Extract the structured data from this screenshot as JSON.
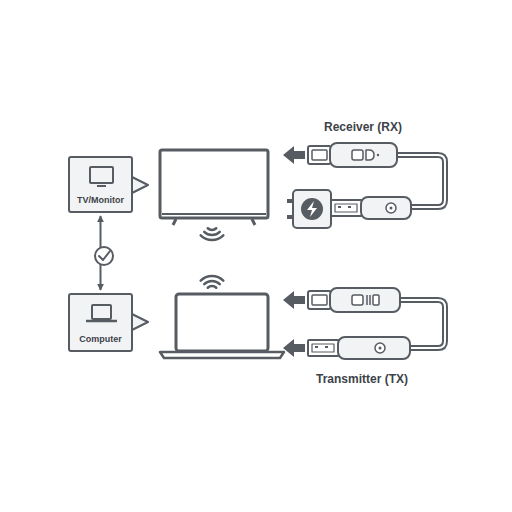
{
  "diagram": {
    "nodes": [
      {
        "text": [
          "TV/Monitor"
        ]
      },
      {
        "text": [
          "Computer"
        ]
      }
    ],
    "edges": [
      {
        "from": 0,
        "to": 1,
        "arrow": "both"
      }
    ],
    "labels": [
      "Receiver (RX)",
      "Transmitter (TX)"
    ]
  }
}
